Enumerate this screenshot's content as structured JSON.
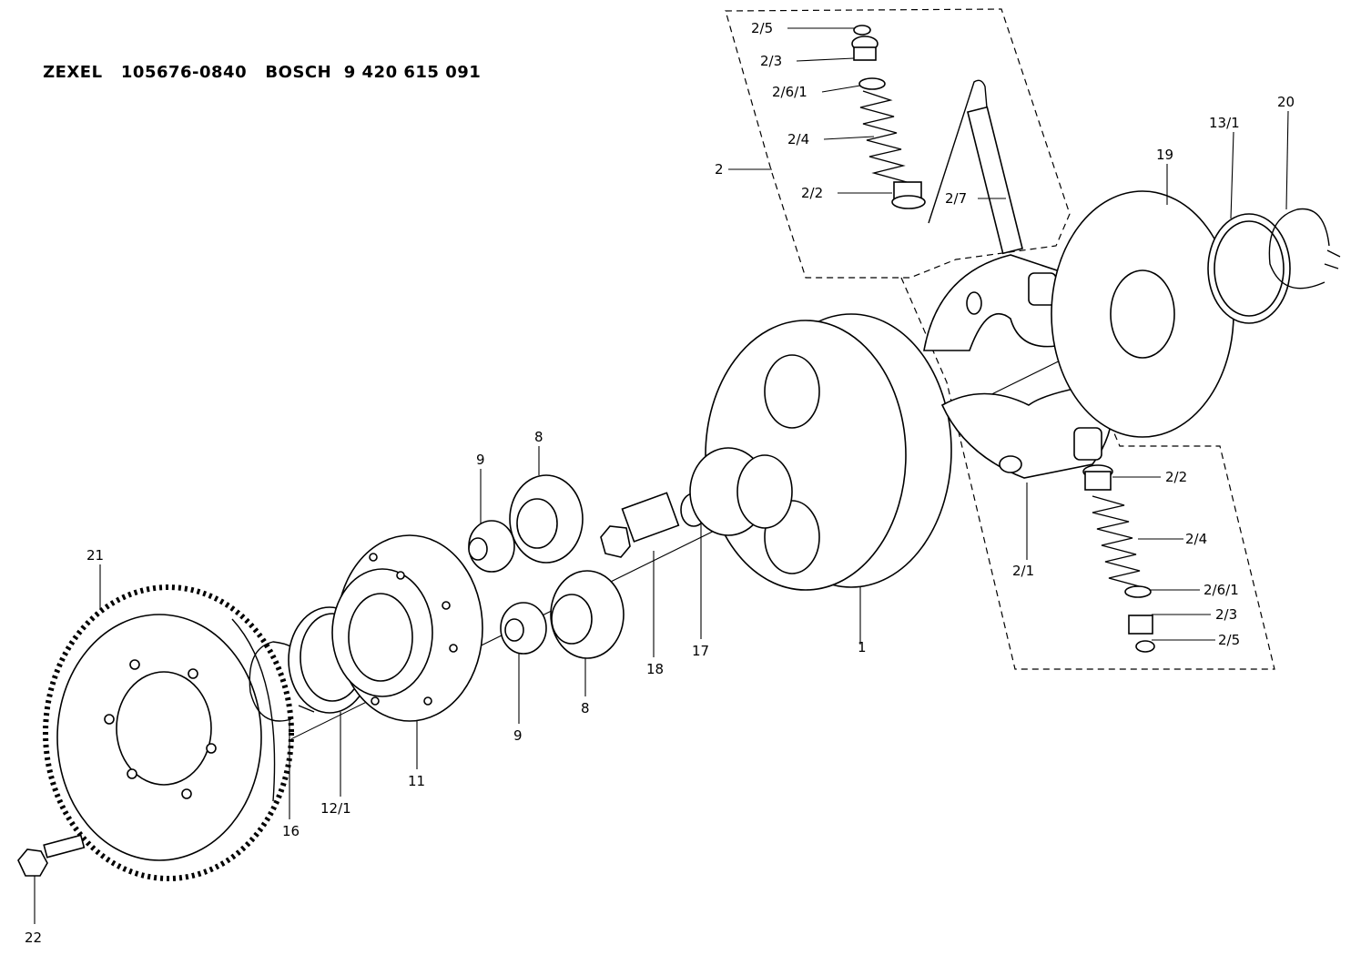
{
  "header": {
    "brand": "ZEXEL",
    "zexel_no": "105676-0840",
    "bosch_label": "BOSCH",
    "bosch_no": "9 420 615 091"
  },
  "callouts": {
    "c2_5a": "2/5",
    "c2_3a": "2/3",
    "c2_6_1a": "2/6/1",
    "c2_4a": "2/4",
    "c2": "2",
    "c2_2a": "2/2",
    "c2_7": "2/7",
    "c19": "19",
    "c13_1": "13/1",
    "c20": "20",
    "c2_2b": "2/2",
    "c2_4b": "2/4",
    "c2_1": "2/1",
    "c2_6_1b": "2/6/1",
    "c2_3b": "2/3",
    "c2_5b": "2/5",
    "c9a": "9",
    "c8a": "8",
    "c21": "21",
    "c17": "17",
    "c18": "18",
    "c1": "1",
    "c8b": "8",
    "c9b": "9",
    "c11": "11",
    "c12_1": "12/1",
    "c16": "16",
    "c22": "22"
  }
}
